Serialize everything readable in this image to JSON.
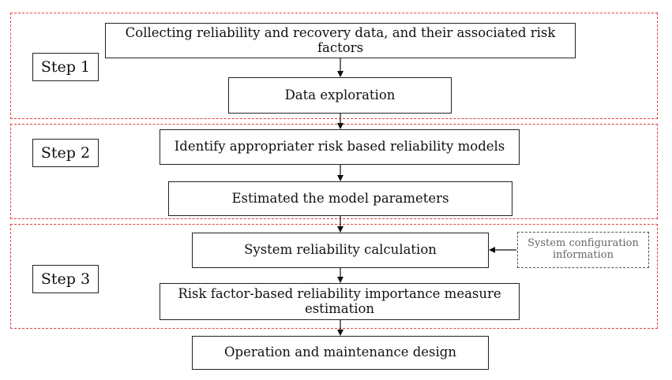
{
  "diagram": {
    "steps": [
      {
        "label": "Step 1"
      },
      {
        "label": "Step 2"
      },
      {
        "label": "Step 3"
      }
    ],
    "boxes": {
      "collect": "Collecting reliability and recovery data, and their associated risk factors",
      "explore": "Data exploration",
      "identify": "Identify appropriater risk based reliability models",
      "estimate": "Estimated the model parameters",
      "system_reliability": "System reliability calculation",
      "importance": "Risk factor-based reliability importance measure estimation",
      "design": "Operation and maintenance design",
      "system_config": "System configuration information"
    },
    "colors": {
      "group_border": "#e0403f",
      "box_border": "#222222",
      "side_box_border": "#555555"
    }
  }
}
